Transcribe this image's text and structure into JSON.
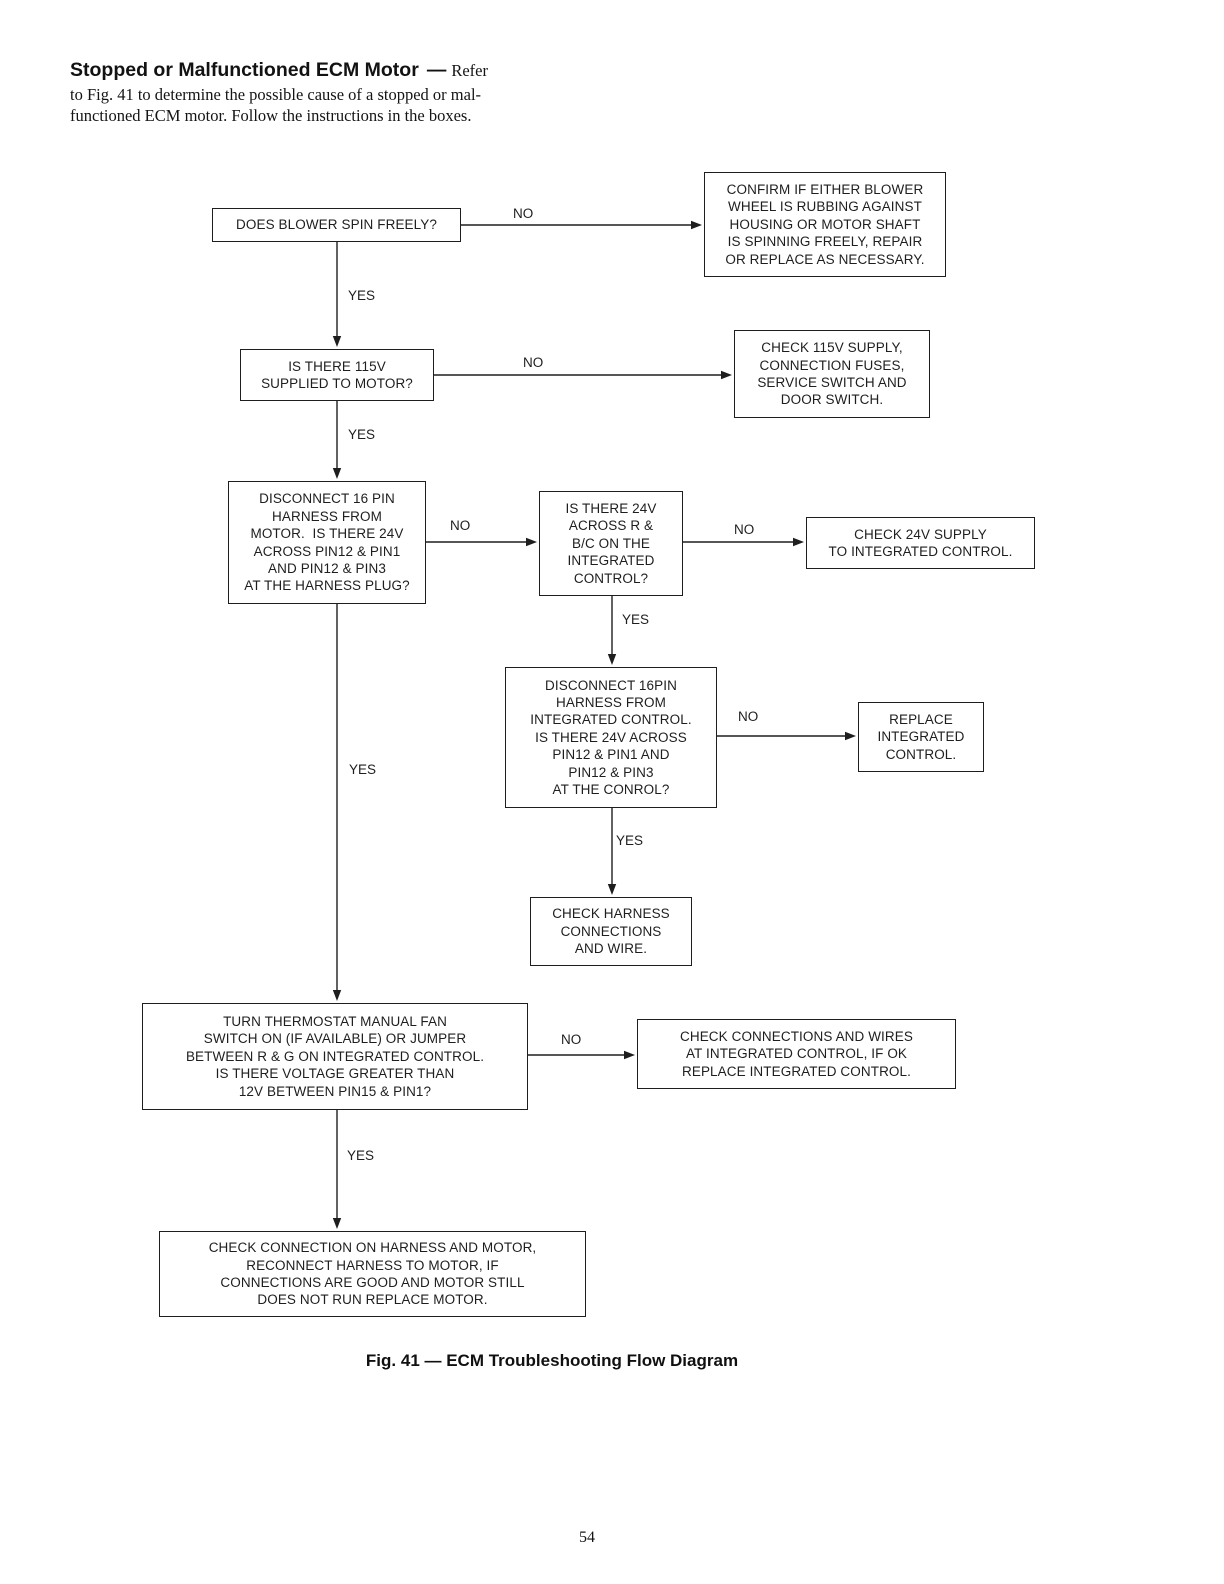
{
  "header": {
    "heading": "Stopped or Malfunctioned ECM Motor",
    "dash": "—",
    "lead_word": "Refer",
    "body": "to Fig. 41 to determine the possible cause of a stopped or mal-\nfunctioned ECM motor. Follow the instructions in the boxes."
  },
  "nodes": {
    "does_blower": "DOES BLOWER SPIN FREELY?",
    "confirm_blower": "CONFIRM IF EITHER BLOWER\nWHEEL IS RUBBING AGAINST\nHOUSING OR MOTOR SHAFT\nIS SPINNING FREELY, REPAIR\nOR REPLACE AS NECESSARY.",
    "is_115v": "IS THERE 115V\nSUPPLIED TO MOTOR?",
    "check_115v": "CHECK 115V SUPPLY,\nCONNECTION FUSES,\nSERVICE SWITCH AND\nDOOR SWITCH.",
    "disconnect_motor": "DISCONNECT 16 PIN\nHARNESS FROM\nMOTOR.  IS THERE 24V\nACROSS PIN12 & PIN1\nAND PIN12 & PIN3\nAT THE HARNESS PLUG?",
    "is_24v_rbc": "IS THERE 24V\nACROSS R &\nB/C ON THE\nINTEGRATED\nCONTROL?",
    "check_24v": "CHECK 24V SUPPLY\nTO INTEGRATED CONTROL.",
    "disconnect_control": "DISCONNECT 16PIN\nHARNESS FROM\nINTEGRATED CONTROL.\nIS THERE 24V ACROSS\nPIN12 & PIN1 AND\nPIN12 & PIN3\nAT THE CONROL?",
    "replace_control": "REPLACE\nINTEGRATED\nCONTROL.",
    "check_harness": "CHECK HARNESS\nCONNECTIONS\nAND WIRE.",
    "turn_thermostat": "TURN THERMOSTAT MANUAL FAN\nSWITCH ON (IF AVAILABLE) OR JUMPER\nBETWEEN R & G ON INTEGRATED CONTROL.\nIS THERE VOLTAGE GREATER THAN\n12V BETWEEN PIN15 & PIN1?",
    "check_connections": "CHECK CONNECTIONS AND WIRES\nAT INTEGRATED CONTROL, IF OK\nREPLACE INTEGRATED CONTROL.",
    "check_connection_motor": "CHECK CONNECTION ON HARNESS AND MOTOR,\nRECONNECT HARNESS TO MOTOR, IF\nCONNECTIONS ARE GOOD AND MOTOR STILL\nDOES NOT RUN REPLACE MOTOR."
  },
  "connectors": [
    {
      "from": "does_blower",
      "to": "confirm_blower",
      "label": "NO"
    },
    {
      "from": "does_blower",
      "to": "is_115v",
      "label": "YES"
    },
    {
      "from": "is_115v",
      "to": "check_115v",
      "label": "NO"
    },
    {
      "from": "is_115v",
      "to": "disconnect_motor",
      "label": "YES"
    },
    {
      "from": "disconnect_motor",
      "to": "is_24v_rbc",
      "label": "NO"
    },
    {
      "from": "is_24v_rbc",
      "to": "check_24v",
      "label": "NO"
    },
    {
      "from": "is_24v_rbc",
      "to": "disconnect_control",
      "label": "YES"
    },
    {
      "from": "disconnect_control",
      "to": "replace_control",
      "label": "NO"
    },
    {
      "from": "disconnect_control",
      "to": "check_harness",
      "label": "YES"
    },
    {
      "from": "disconnect_motor",
      "to": "turn_thermostat",
      "label": "YES"
    },
    {
      "from": "turn_thermostat",
      "to": "check_connections",
      "label": "NO"
    },
    {
      "from": "turn_thermostat",
      "to": "check_connection_motor",
      "label": "YES"
    }
  ],
  "caption": "Fig. 41 — ECM Troubleshooting Flow Diagram",
  "page_number": "54",
  "colors": {
    "ink": "#1e1e1e",
    "paper": "#ffffff"
  }
}
